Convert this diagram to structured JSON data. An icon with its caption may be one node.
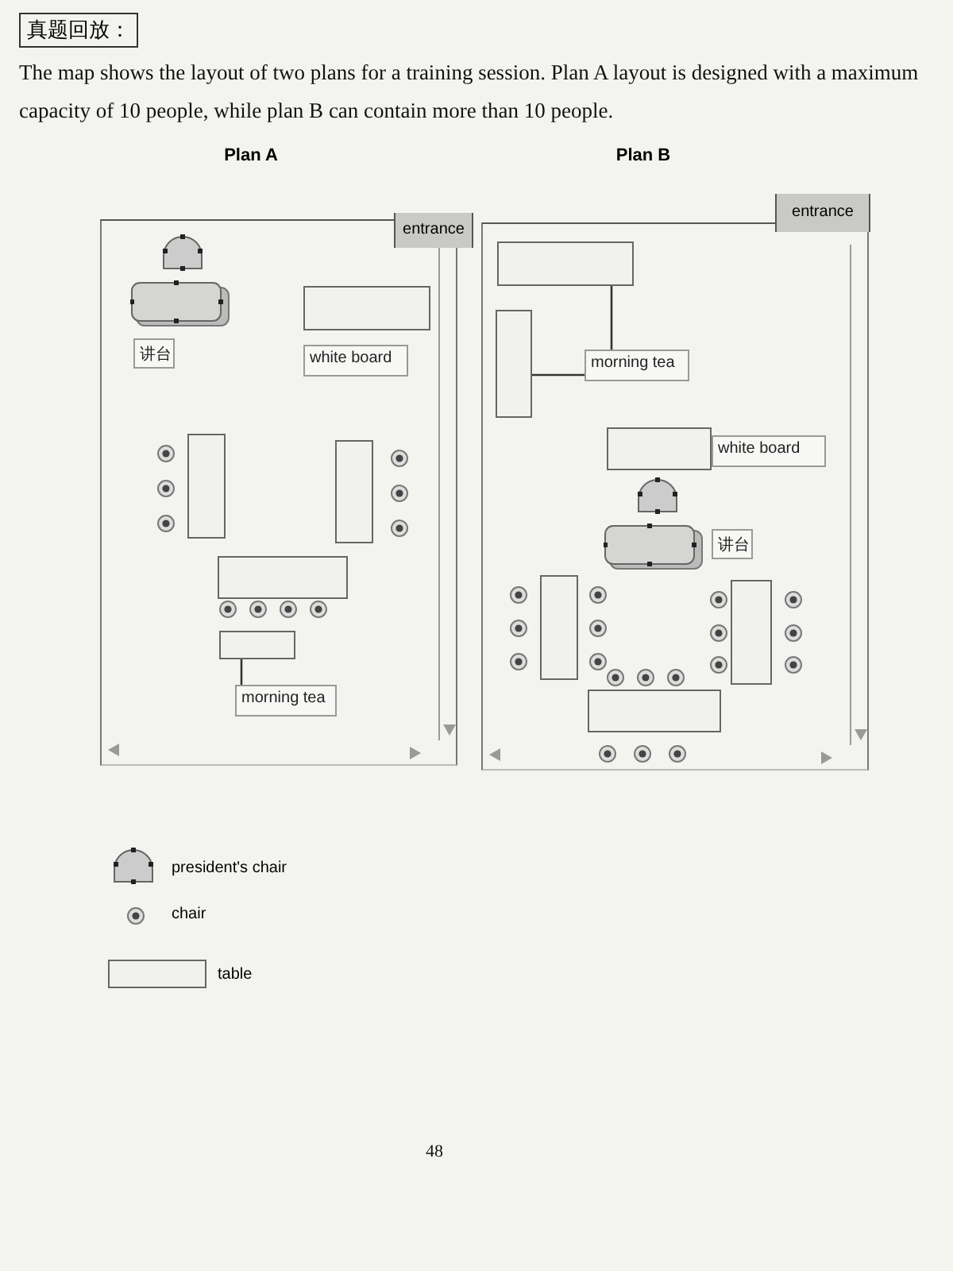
{
  "diagram": {
    "title": "真题回放：",
    "nodes": [
      {
        "text": [
          "Plan A"
        ]
      },
      {
        "text": [
          "entrance"
        ]
      },
      {
        "text": [
          "讲台"
        ],
        "in": 0
      },
      {
        "text": [],
        "shape": "box",
        "in": 0
      },
      {
        "text": [
          "white board"
        ],
        "in": 0
      },
      {
        "text": [],
        "shape": "box",
        "in": 0
      },
      {
        "text": [],
        "shape": "box",
        "in": 0
      },
      {
        "text": [],
        "shape": "box",
        "in": 0
      },
      {
        "text": [],
        "shape": "box",
        "in": 0
      },
      {
        "text": [
          "morning tea"
        ],
        "in": 0
      },
      {
        "text": [
          "Plan B"
        ]
      },
      {
        "text": [
          "entrance"
        ]
      },
      {
        "text": [],
        "shape": "box",
        "in": 10
      },
      {
        "text": [],
        "shape": "box",
        "in": 10
      },
      {
        "text": [
          "morning tea"
        ],
        "in": 10
      },
      {
        "text": [],
        "shape": "box",
        "in": 10
      },
      {
        "text": [
          "white board"
        ],
        "in": 10
      },
      {
        "text": [
          "讲台"
        ],
        "in": 10
      },
      {
        "text": [],
        "shape": "box",
        "in": 10
      },
      {
        "text": [],
        "shape": "box",
        "in": 10
      },
      {
        "text": [],
        "shape": "box",
        "in": 10
      }
    ],
    "edges": [
      {
        "from": 9,
        "to": 8,
        "arrow": "none"
      },
      {
        "from": 14,
        "to": 12,
        "arrow": "none"
      },
      {
        "from": 14,
        "to": 13,
        "arrow": "none"
      }
    ],
    "labels": [
      "The map shows the layout of two plans for a training session. Plan A layout is designed with a maximum capacity of 10 people, while plan B can contain more than 10 people.",
      "48"
    ],
    "legend": [
      {
        "text": "president's chair"
      },
      {
        "text": "chair"
      },
      {
        "text": "table"
      }
    ]
  }
}
